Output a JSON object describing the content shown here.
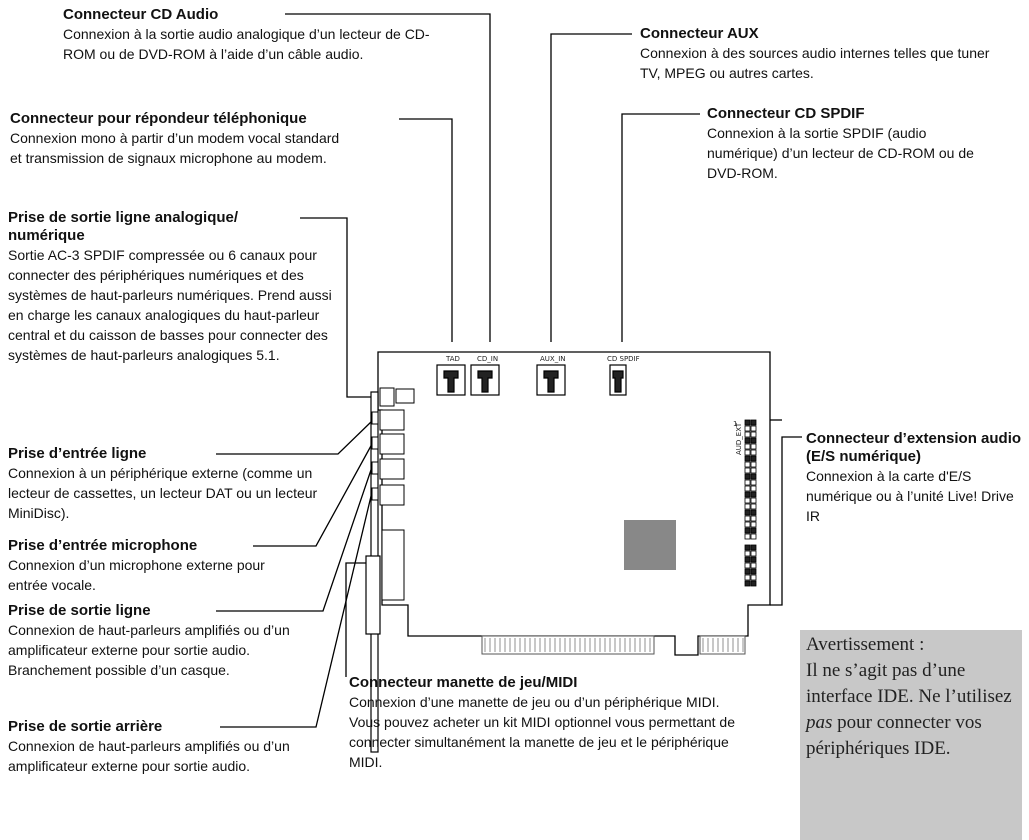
{
  "callouts": {
    "cd_audio": {
      "title": "Connecteur CD Audio",
      "text": "Connexion à la sortie audio analogique d’un lecteur de CD-ROM ou de DVD-ROM à l’aide d’un câble audio."
    },
    "aux": {
      "title": "Connecteur AUX",
      "text": "Connexion à des sources audio internes telles que tuner TV, MPEG ou autres cartes."
    },
    "tad": {
      "title": "Connecteur pour répondeur téléphonique",
      "text": "Connexion mono à partir d’un modem vocal standard et transmission de signaux microphone au modem."
    },
    "cd_spdif": {
      "title": "Connecteur CD SPDIF",
      "text": "Connexion à la sortie SPDIF (audio numérique) d’un lecteur de CD-ROM ou de DVD-ROM."
    },
    "line_out_digital": {
      "title": "Prise de sortie ligne analogique/ numérique",
      "text": "Sortie AC-3 SPDIF compressée ou 6 canaux pour connecter des périphériques numériques et des systèmes de haut-parleurs numériques. Prend aussi en charge les canaux analogiques du haut-parleur central et du caisson de basses pour connecter des systèmes de haut-parleurs analogiques 5.1."
    },
    "line_in": {
      "title": "Prise d’entrée ligne",
      "text": "Connexion à un périphérique externe (comme un lecteur de cassettes, un lecteur DAT ou un lecteur MiniDisc)."
    },
    "mic_in": {
      "title": "Prise d’entrée microphone",
      "text": "Connexion d’un microphone externe pour entrée vocale."
    },
    "line_out": {
      "title": "Prise de sortie ligne",
      "text": "Connexion de haut-parleurs amplifiés ou d’un amplificateur externe pour sortie audio. Branchement possible d’un casque."
    },
    "rear_out": {
      "title": "Prise de sortie arrière",
      "text": "Connexion de haut-parleurs amplifiés ou d’un amplificateur externe pour sortie audio."
    },
    "joystick": {
      "title": "Connecteur manette de jeu/MIDI",
      "text": "Connexion d’une manette de jeu ou d’un périphérique MIDI. Vous pouvez acheter un kit MIDI optionnel vous permettant de connecter simultanément la manette de jeu et le périphérique MIDI."
    },
    "expansion": {
      "title": "Connecteur d’extension audio (E/S numérique)",
      "text": "Connexion à la carte d'E/S numérique ou à l’unité Live! Drive IR"
    }
  },
  "warning": {
    "title": "Avertissement :",
    "text_before": "Il ne s’agit pas d’une interface IDE. Ne l’utilisez ",
    "emph": "pas",
    "text_after": " pour connecter vos périphériques IDE."
  },
  "board_labels": {
    "tad": "TAD",
    "cd_in": "CD_IN",
    "aux_in": "AUX_IN",
    "cd_spdif": "CD SPDIF",
    "pin1": "1",
    "aud_ext": "AUD_EXT"
  }
}
